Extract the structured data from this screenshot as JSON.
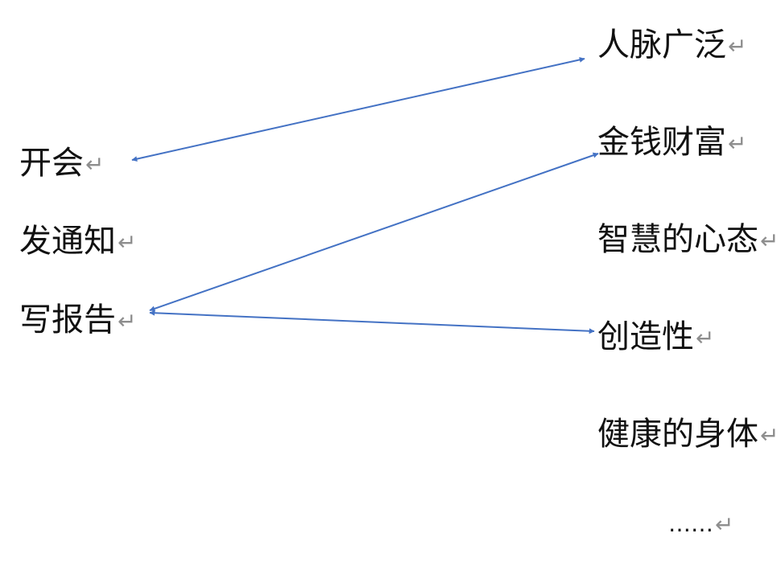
{
  "left_items": [
    {
      "text": "开会"
    },
    {
      "text": "发通知"
    },
    {
      "text": "写报告"
    }
  ],
  "right_items": [
    {
      "text": "人脉广泛"
    },
    {
      "text": "金钱财富"
    },
    {
      "text": "智慧的心态"
    },
    {
      "text": "创造性"
    },
    {
      "text": "健康的身体"
    },
    {
      "text": "……"
    }
  ],
  "paragraph_mark": "↵",
  "arrow_color": "#4472c4",
  "connections": [
    {
      "from": "开会",
      "to": "人脉广泛",
      "type": "double-arrow"
    },
    {
      "from": "写报告",
      "to": "金钱财富",
      "type": "double-arrow"
    },
    {
      "from": "写报告",
      "to": "创造性",
      "type": "double-arrow"
    }
  ]
}
